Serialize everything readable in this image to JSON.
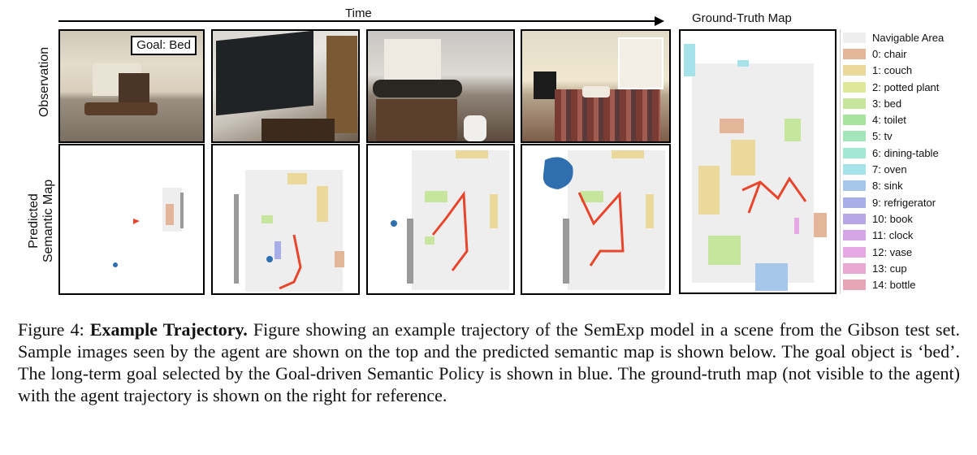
{
  "time_label": "Time",
  "row_labels": {
    "observation": "Observation",
    "semantic_map_line1": "Predicted",
    "semantic_map_line2": "Semantic Map"
  },
  "goal_label": "Goal: Bed",
  "gt_title": "Ground-Truth Map",
  "legend": [
    {
      "label": "Navigable Area",
      "color": "#eeeeee"
    },
    {
      "label": "0: chair",
      "color": "#e3b69a"
    },
    {
      "label": "1: couch",
      "color": "#ebd99b"
    },
    {
      "label": "2: potted plant",
      "color": "#dfe79b"
    },
    {
      "label": "3: bed",
      "color": "#c6e69e"
    },
    {
      "label": "4: toilet",
      "color": "#a9e3a0"
    },
    {
      "label": "5: tv",
      "color": "#a3e6b9"
    },
    {
      "label": "6: dining-table",
      "color": "#a3e8d5"
    },
    {
      "label": "7: oven",
      "color": "#a5e2ea"
    },
    {
      "label": "8: sink",
      "color": "#a6c6ea"
    },
    {
      "label": "9: refrigerator",
      "color": "#a8aee8"
    },
    {
      "label": "10: book",
      "color": "#b9a6e6"
    },
    {
      "label": "11: clock",
      "color": "#d4a6e8"
    },
    {
      "label": "12: vase",
      "color": "#e6a9e3"
    },
    {
      "label": "13: cup",
      "color": "#e8a8cf"
    },
    {
      "label": "14: bottle",
      "color": "#e6a6b5"
    }
  ],
  "caption": {
    "prefix": "Figure 4: ",
    "bold": "Example Trajectory.",
    "text": " Figure showing an example trajectory of the SemExp model in a scene from the Gibson test set. Sample images seen by the agent are shown on the top and the predicted semantic map is shown below. The goal object is ‘bed’. The long-term goal selected by the Goal-driven Semantic Policy is shown in blue. The ground-truth map (not visible to the agent) with the agent trajectory is shown on the right for reference."
  },
  "colors": {
    "trajectory": "#e8452c",
    "long_term_goal": "#2f6fb0",
    "obstacle": "#9a9a9a"
  }
}
